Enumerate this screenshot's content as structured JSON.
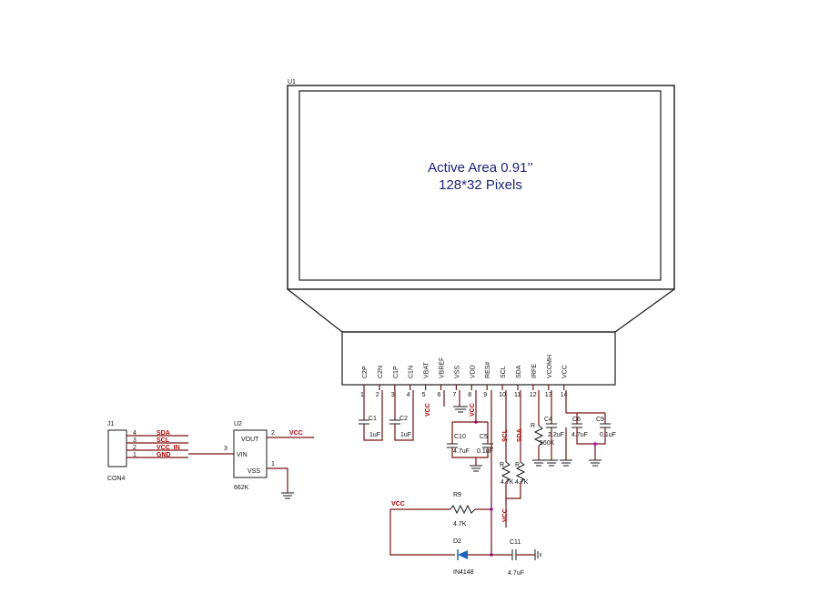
{
  "u1": {
    "ref": "U1",
    "active_area": "Active Area 0.91’’",
    "pixels": "128*32 Pixels"
  },
  "pins": [
    {
      "num": "1",
      "name": "C2P"
    },
    {
      "num": "2",
      "name": "C2N"
    },
    {
      "num": "3",
      "name": "C1P"
    },
    {
      "num": "4",
      "name": "C1N"
    },
    {
      "num": "5",
      "name": "VBAT"
    },
    {
      "num": "6",
      "name": "VBREF"
    },
    {
      "num": "7",
      "name": "VSS"
    },
    {
      "num": "8",
      "name": "VDD"
    },
    {
      "num": "9",
      "name": "RES#"
    },
    {
      "num": "10",
      "name": "SCL"
    },
    {
      "num": "11",
      "name": "SDA"
    },
    {
      "num": "12",
      "name": "IRFE"
    },
    {
      "num": "13",
      "name": "VCOMH"
    },
    {
      "num": "14",
      "name": "VCC"
    }
  ],
  "j1": {
    "ref": "J1",
    "part": "CON4",
    "pins": [
      {
        "num": "4",
        "net": "SDA"
      },
      {
        "num": "3",
        "net": "SCL"
      },
      {
        "num": "2",
        "net": "VCC_IN"
      },
      {
        "num": "1",
        "net": "GND"
      }
    ]
  },
  "u2": {
    "ref": "U2",
    "part": "662K",
    "vout": "VOUT",
    "vin": "VIN",
    "vss": "VSS",
    "pin2": "2",
    "pin3": "3",
    "pin1": "1",
    "out_net": "VCC"
  },
  "caps": {
    "c1": {
      "ref": "C1",
      "value": "1uF"
    },
    "c2": {
      "ref": "C2",
      "value": "1uF"
    },
    "c10": {
      "ref": "C10",
      "value": "4.7uF"
    },
    "c5": {
      "ref": "C5",
      "value": "0.1uF"
    },
    "c4": {
      "ref": "C4",
      "value": "2.2uF"
    },
    "c6": {
      "ref": "C6",
      "value": "4.7uF"
    },
    "c9": {
      "ref": "C9",
      "value": "0.1uF"
    },
    "c11": {
      "ref": "C11",
      "value": "4.7uF"
    }
  },
  "resistors": {
    "r1": {
      "ref": "R",
      "value": "560K"
    },
    "r2": {
      "ref": "R",
      "value": "4.7K"
    },
    "r3": {
      "ref": "R",
      "value": "4.7K"
    },
    "r9": {
      "ref": "R9",
      "value": "4.7K"
    }
  },
  "diode": {
    "ref": "D2",
    "part": "IN4148"
  },
  "nets": {
    "vcc": "VCC",
    "sda": "SDA",
    "scl": "SCL"
  }
}
